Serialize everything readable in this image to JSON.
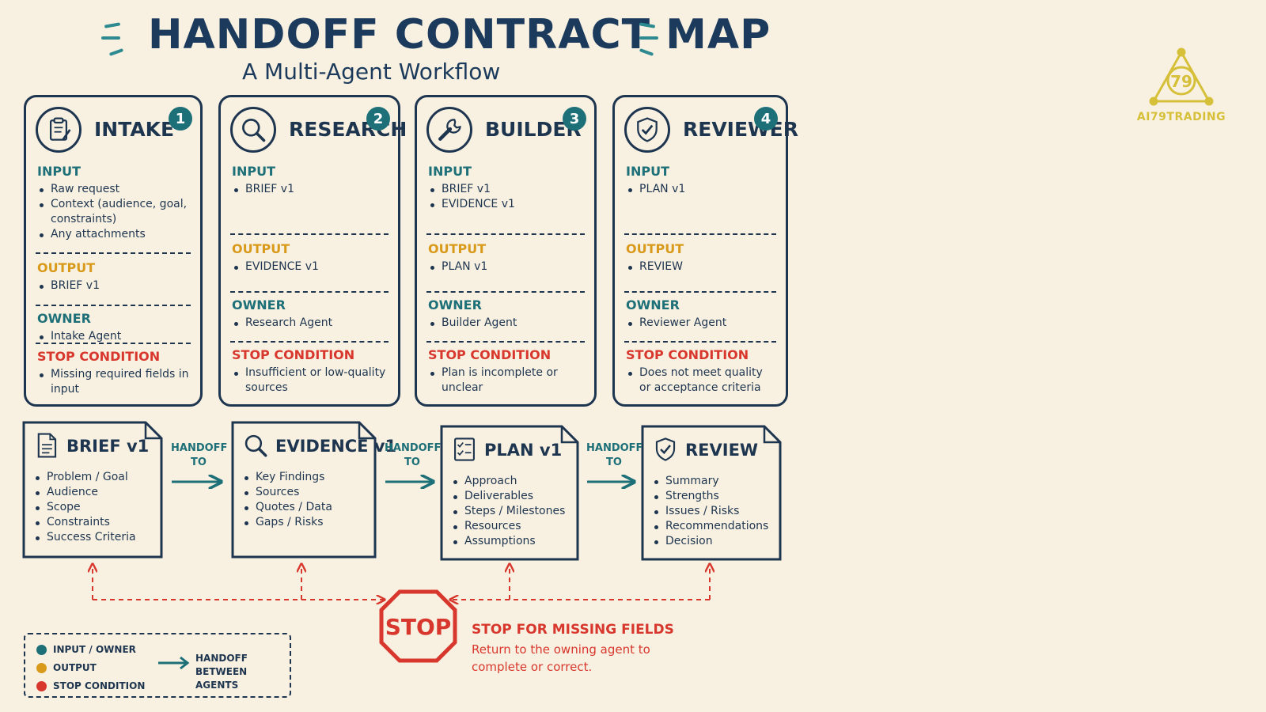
{
  "header": {
    "title": "HANDOFF CONTRACT MAP",
    "subtitle": "A Multi-Agent Workflow"
  },
  "agents": [
    {
      "title": "INTAKE",
      "number": "1",
      "icon": "clipboard-icon",
      "input_label": "INPUT",
      "inputs": [
        "Raw request",
        "Context (audience, goal, constraints)",
        "Any attachments"
      ],
      "output_label": "OUTPUT",
      "outputs": [
        "BRIEF v1"
      ],
      "owner_label": "OWNER",
      "owners": [
        "Intake Agent"
      ],
      "stop_label": "STOP CONDITION",
      "stops": [
        "Missing required fields in input"
      ]
    },
    {
      "title": "RESEARCH",
      "number": "2",
      "icon": "magnifier-icon",
      "input_label": "INPUT",
      "inputs": [
        "BRIEF v1"
      ],
      "output_label": "OUTPUT",
      "outputs": [
        "EVIDENCE v1"
      ],
      "owner_label": "OWNER",
      "owners": [
        "Research Agent"
      ],
      "stop_label": "STOP CONDITION",
      "stops": [
        "Insufficient or low-quality sources"
      ]
    },
    {
      "title": "BUILDER",
      "number": "3",
      "icon": "wrench-icon",
      "input_label": "INPUT",
      "inputs": [
        "BRIEF v1",
        "EVIDENCE v1"
      ],
      "output_label": "OUTPUT",
      "outputs": [
        "PLAN v1"
      ],
      "owner_label": "OWNER",
      "owners": [
        "Builder Agent"
      ],
      "stop_label": "STOP CONDITION",
      "stops": [
        "Plan is incomplete or unclear"
      ]
    },
    {
      "title": "REVIEWER",
      "number": "4",
      "icon": "shield-check-icon",
      "input_label": "INPUT",
      "inputs": [
        "PLAN v1"
      ],
      "output_label": "OUTPUT",
      "outputs": [
        "REVIEW"
      ],
      "owner_label": "OWNER",
      "owners": [
        "Reviewer Agent"
      ],
      "stop_label": "STOP CONDITION",
      "stops": [
        "Does not meet quality or acceptance criteria"
      ]
    }
  ],
  "documents": [
    {
      "title": "BRIEF v1",
      "icon": "document-icon",
      "items": [
        "Problem / Goal",
        "Audience",
        "Scope",
        "Constraints",
        "Success Criteria"
      ]
    },
    {
      "title": "EVIDENCE v1",
      "icon": "magnifier-icon",
      "items": [
        "Key Findings",
        "Sources",
        "Quotes / Data",
        "Gaps / Risks"
      ]
    },
    {
      "title": "PLAN v1",
      "icon": "checklist-icon",
      "items": [
        "Approach",
        "Deliverables",
        "Steps / Milestones",
        "Resources",
        "Assumptions"
      ]
    },
    {
      "title": "REVIEW",
      "icon": "shield-check-icon",
      "items": [
        "Summary",
        "Strengths",
        "Issues / Risks",
        "Recommendations",
        "Decision"
      ]
    }
  ],
  "handoff": {
    "line1": "HANDOFF",
    "line2": "TO"
  },
  "stop": {
    "sign": "STOP",
    "title": "STOP FOR MISSING FIELDS",
    "description": "Return to the owning agent to complete or correct."
  },
  "legend": {
    "input_owner": "INPUT / OWNER",
    "output": "OUTPUT",
    "stop_condition": "STOP CONDITION",
    "handoff_line1": "HANDOFF",
    "handoff_line2": "BETWEEN AGENTS"
  },
  "logo": {
    "text": "AI79TRADING",
    "mark": "79"
  },
  "colors": {
    "background": "#f8f1e1",
    "ink": "#1e3550",
    "teal": "#1d6f78",
    "output": "#d99a1b",
    "stop": "#d8372d",
    "logo": "#d6c03a"
  }
}
